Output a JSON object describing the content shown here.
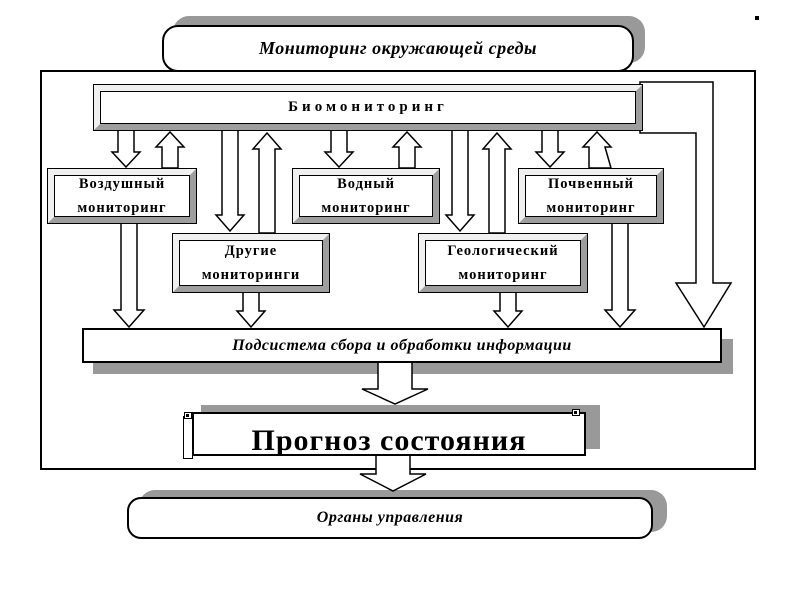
{
  "title": "Мониторинг окружающей среды",
  "bio": "Биомониторинг",
  "monitors": [
    {
      "id": "air",
      "line1": "Воздушный",
      "line2": "мониторинг"
    },
    {
      "id": "water",
      "line1": "Водный",
      "line2": "мониторинг"
    },
    {
      "id": "soil",
      "line1": "Почвенный",
      "line2": "мониторинг"
    },
    {
      "id": "other",
      "line1": "Другие",
      "line2": "мониторинги"
    },
    {
      "id": "geo",
      "line1": "Геологический",
      "line2": "мониторинг"
    }
  ],
  "subsystem": "Подсистема сбора и обработки информации",
  "forecast": "Прогноз состояния",
  "authorities": "Органы управления",
  "colors": {
    "line": "#000000",
    "shadow": "#999999",
    "bevel_dark": "#9e9e9e",
    "background": "#ffffff"
  }
}
